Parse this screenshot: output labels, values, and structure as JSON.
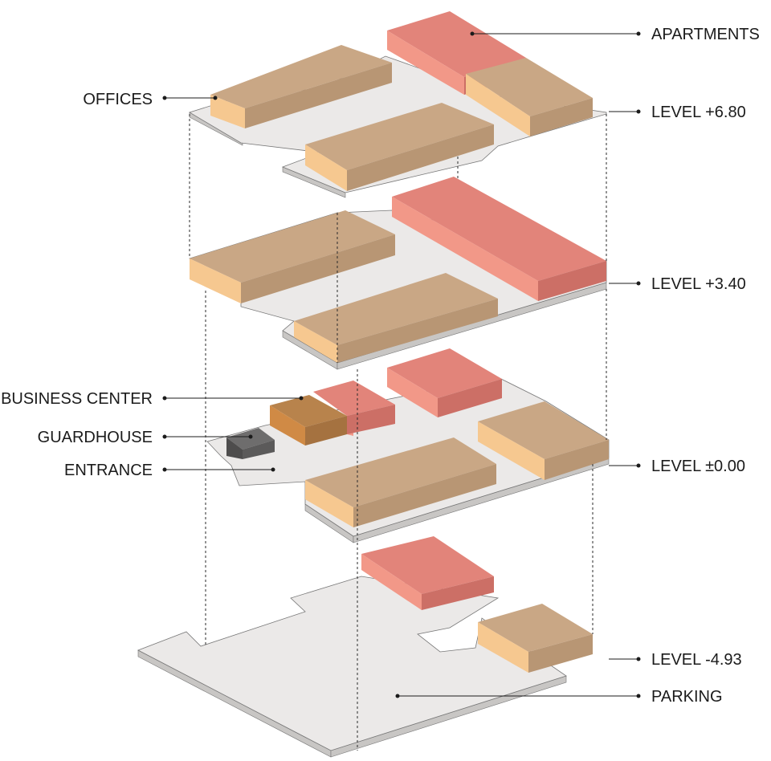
{
  "labels": {
    "apartments": "APARTMENTS",
    "offices": "OFFICES",
    "level_680": "LEVEL +6.80",
    "level_340": "LEVEL +3.40",
    "business_center": "BUSINESS CENTER",
    "guardhouse": "GUARDHOUSE",
    "entrance": "ENTRANCE",
    "level_000": "LEVEL ±0.00",
    "level_493": "LEVEL -4.93",
    "parking": "PARKING"
  },
  "colors": {
    "office_top": "#c9a785",
    "office_front": "#f6c890",
    "office_side": "#b89674",
    "apartment_top": "#e2847a",
    "apartment_front": "#f29888",
    "apartment_side": "#cc6f66",
    "business_center_top": "#b8834c",
    "business_center_front": "#d08a45",
    "guardhouse": "#5b5a5a",
    "slab": "#ebe9e8"
  }
}
